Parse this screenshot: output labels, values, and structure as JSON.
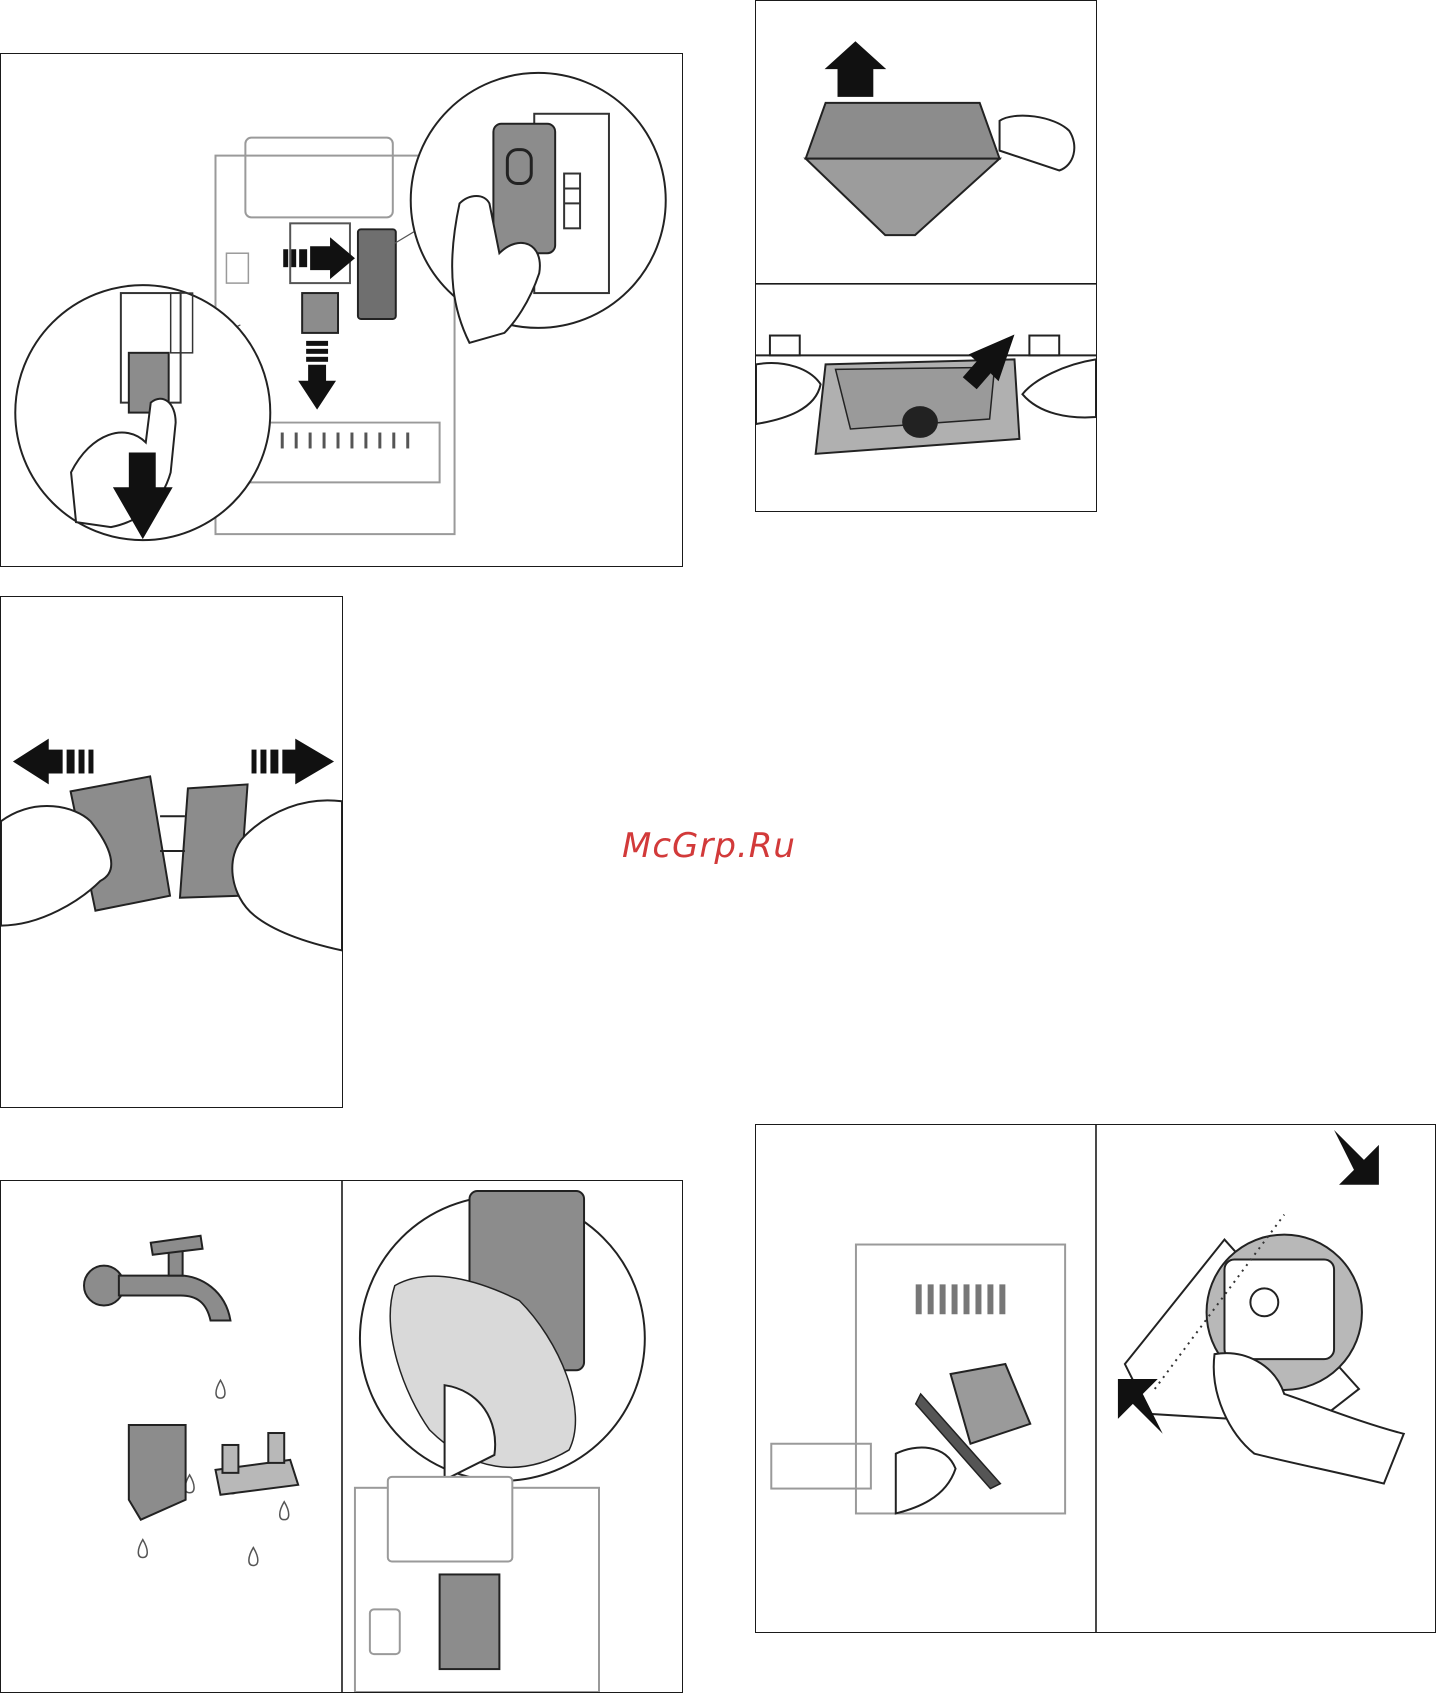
{
  "watermark": {
    "text": "McGrp.Ru",
    "color": "#d23a3a"
  },
  "colors": {
    "line": "#1a1a1a",
    "part_gray": "#8c8c8c",
    "part_dark": "#6f6f6f",
    "light_gray": "#b8b8b8",
    "cloth": "#d9d9d9"
  },
  "figures": [
    {
      "id": "remove-drip-unit",
      "icon": "hand-pull-arrow-icon"
    },
    {
      "id": "remove-grounds-tray",
      "icon": "up-arrow-icon"
    },
    {
      "id": "clean-grounds-tray",
      "icon": "diagonal-arrow-icon"
    },
    {
      "id": "separate-parts",
      "icon": "pull-apart-arrows-icon"
    },
    {
      "id": "rinse-under-tap",
      "icon": "water-tap-icon"
    },
    {
      "id": "wipe-compartment",
      "icon": "cloth-icon"
    },
    {
      "id": "insert-component",
      "icon": "insert-hand-icon"
    },
    {
      "id": "press-to-lock",
      "icon": "press-arrows-icon"
    }
  ]
}
